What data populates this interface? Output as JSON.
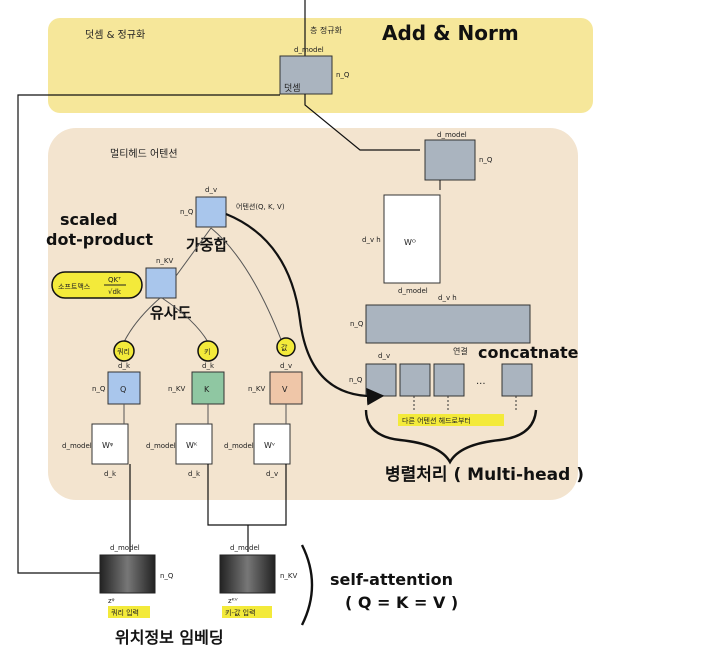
{
  "sections": {
    "add_norm_kr": "덧셈 & 정규화",
    "layer_norm": "층 정규화",
    "add_norm_note": "Add & Norm",
    "mha_kr": "멀티헤드 어텐션"
  },
  "annotations": {
    "scaled_line1": "scaled",
    "scaled_line2": "dot-product",
    "weighted_sum": "가중합",
    "similarity": "유사도",
    "concat_note": "concatnate",
    "parallel": "병렬처리 ( Multi-head )",
    "self_attention": "self-attention",
    "qkv_equal": "( Q = K = V )",
    "pos_embed": "위치정보 임베딩"
  },
  "labels": {
    "add_box": "덧셈",
    "d_model": "d_model",
    "n_q": "n_Q",
    "d_v": "d_v",
    "n_kv": "n_KV",
    "d_k": "d_k",
    "d_v_h": "d_v h",
    "attn_func": "어텐션(Q, K, V)",
    "softmax": "소프트맥스",
    "softmax_frac_top": "QKᵀ",
    "softmax_frac_bot": "√dk",
    "query": "쿼리",
    "key": "키",
    "value": "값",
    "q": "Q",
    "k": "K",
    "v": "V",
    "wq": "Wᵠ",
    "wk": "Wᴷ",
    "wv": "Wᵛ",
    "wo": "Wᴼ",
    "concat_kr": "연결",
    "other_heads": "다른 어텐션 헤드로부터",
    "ellipsis": "...",
    "zq": "zᵠ",
    "zkv": "zᴷⱽ",
    "query_input": "쿼리 입력",
    "kv_input": "키-값 입력"
  },
  "colors": {
    "yellow_panel": "#f6e79a",
    "tan_panel": "#f3e4cf",
    "gray_box": "#aab4bf",
    "blue_box": "#a9c6ec",
    "green_box": "#8fc7a2",
    "orange_box": "#efc6a8",
    "highlight": "#f3ea3a"
  }
}
